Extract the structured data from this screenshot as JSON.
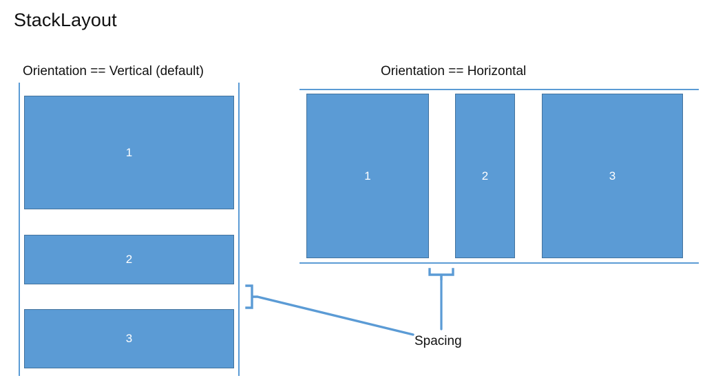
{
  "slide": {
    "title": "StackLayout",
    "background_color": "#FFFFFF"
  },
  "theme": {
    "box_fill": "#5B9BD5",
    "box_border": "#41719C",
    "guide_line": "#5B9BD5",
    "annotation_line": "#5B9BD5",
    "text_color": "#101010",
    "box_label_color": "#FFFFFF"
  },
  "sections": {
    "vertical": {
      "caption": "Orientation == Vertical (default)",
      "orientation": "Vertical",
      "boxes": [
        {
          "label": "1"
        },
        {
          "label": "2"
        },
        {
          "label": "3"
        }
      ]
    },
    "horizontal": {
      "caption": "Orientation == Horizontal",
      "orientation": "Horizontal",
      "boxes": [
        {
          "label": "1"
        },
        {
          "label": "2"
        },
        {
          "label": "3"
        }
      ]
    }
  },
  "annotations": {
    "spacing_label": "Spacing"
  }
}
